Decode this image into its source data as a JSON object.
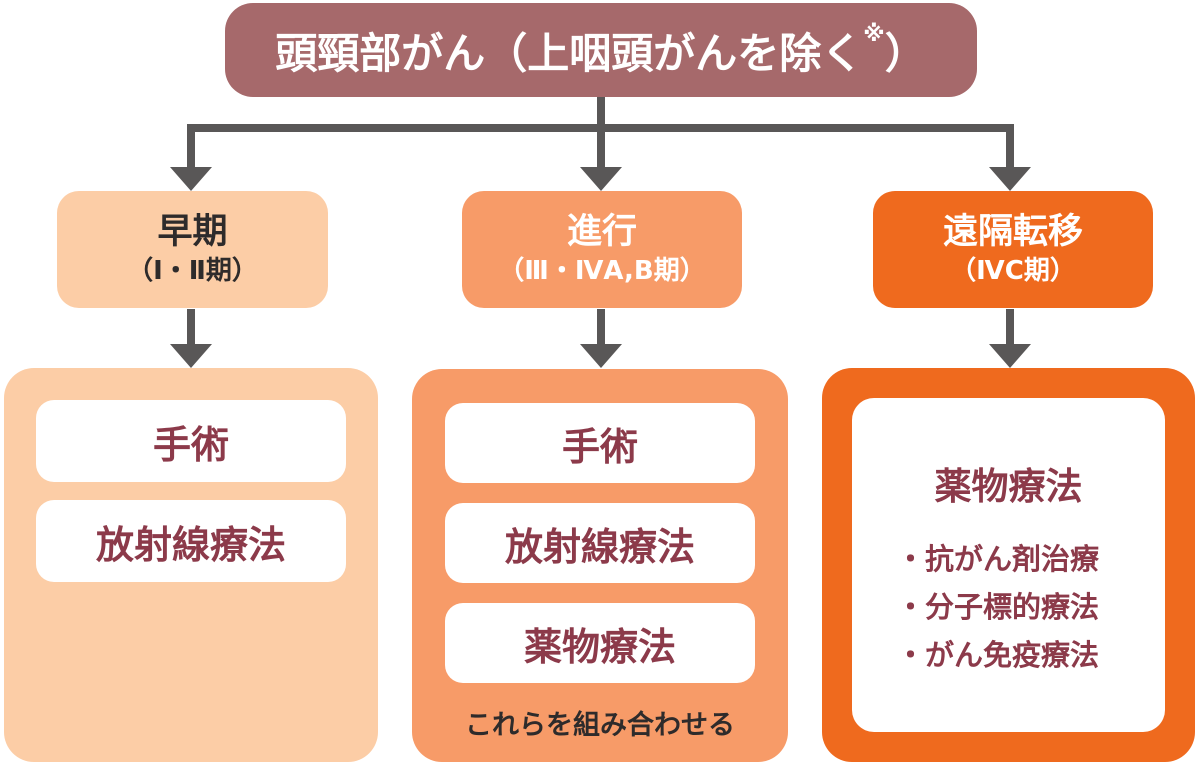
{
  "palette": {
    "header_bg": "#A6696B",
    "peach": "#FCCDA6",
    "orange_mid": "#F79B68",
    "orange_vivid": "#EF6A1E",
    "maroon": "#8C3A4A",
    "connector": "#595757",
    "dark_text": "#2E2B2B",
    "panel_bg": "#FFFFFF"
  },
  "header": {
    "title_prefix": "頭頸部がん（上咽頭がんを除く",
    "note_mark": "※",
    "title_suffix": "）"
  },
  "columns": [
    {
      "stage_label": "早期",
      "stage_sub": "（Ⅰ・Ⅱ期）",
      "treatments": [
        "手術",
        "放射線療法"
      ]
    },
    {
      "stage_label": "進行",
      "stage_sub": "（Ⅲ・ⅣA,B期）",
      "treatments": [
        "手術",
        "放射線療法",
        "薬物療法"
      ],
      "note": "これらを組み合わせる"
    },
    {
      "stage_label": "遠隔転移",
      "stage_sub": "（ⅣC期）",
      "panel_title": "薬物療法",
      "panel_items": [
        "・抗がん剤治療",
        "・分子標的療法",
        "・がん免疫療法"
      ]
    }
  ]
}
